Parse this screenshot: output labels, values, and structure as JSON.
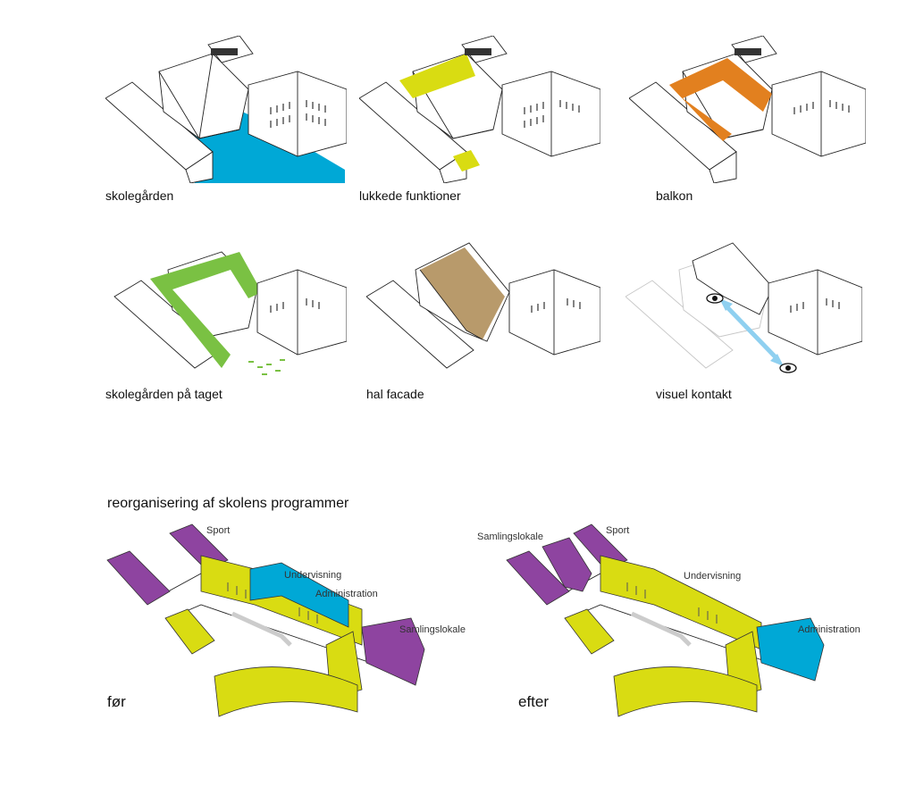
{
  "panels": [
    {
      "caption": "skolegården",
      "highlight": "#00a8d6"
    },
    {
      "caption": "lukkede funktioner",
      "highlight": "#d9dc12"
    },
    {
      "caption": "balkon",
      "highlight": "#e2801f"
    },
    {
      "caption": "skolegården på taget",
      "highlight": "#7ac143"
    },
    {
      "caption": "hal facade",
      "highlight": "#b89a6b"
    },
    {
      "caption": "visuel kontakt",
      "highlight": "#8fd0f0"
    }
  ],
  "section": {
    "title": "reorganisering af skolens programmer"
  },
  "before": {
    "caption": "før",
    "labels": {
      "sport": "Sport",
      "undervisning": "Undervisning",
      "administration": "Administration",
      "samlingslokale": "Samlingslokale"
    }
  },
  "after": {
    "caption": "efter",
    "labels": {
      "samlingslokale": "Samlingslokale",
      "sport": "Sport",
      "undervisning": "Undervisning",
      "administration": "Administration"
    }
  },
  "colors": {
    "undervisning": "#d9dc12",
    "sport": "#8e44a0",
    "administration": "#00a8d6",
    "samlingslokale": "#8e44a0"
  }
}
